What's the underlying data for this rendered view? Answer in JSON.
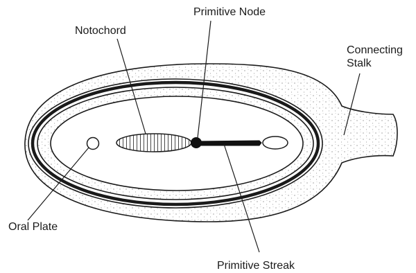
{
  "labels": {
    "notochord": "Notochord",
    "primitive_node": "Primitive Node",
    "connecting_stalk": [
      "Connecting",
      "Stalk"
    ],
    "oral_plate": "Oral Plate",
    "primitive_streak": "Primitive Streak"
  },
  "colors": {
    "ink": "#1a1a1a",
    "stipple": "#555555",
    "background": "#ffffff"
  }
}
